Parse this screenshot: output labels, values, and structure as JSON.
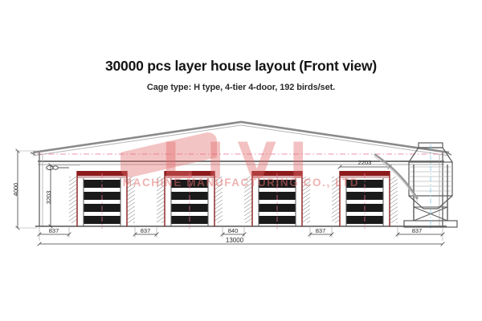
{
  "page": {
    "title": "30000 pcs layer house layout (Front view)",
    "subtitle": "Cage type: H type, 4-tier 4-door, 192 birds/set.",
    "background": "#ffffff"
  },
  "watermark": {
    "logo_text": "LIVI",
    "company_text": "MACHINE MANUFACTURING CO., LTD",
    "color": "#e26c6c"
  },
  "drawing": {
    "type": "technical-elevation",
    "colors": {
      "line": "#4a4a4a",
      "structure": "#6e6e6e",
      "cage_frame": "#8c1c1c",
      "cage_tier": "#1a1a1a",
      "centerline": "#e86ba0",
      "dimension": "#3c3c3c"
    },
    "dimensions": {
      "vertical": [
        {
          "name": "overall-height",
          "value": "4000"
        },
        {
          "name": "clear-height",
          "value": "3203"
        }
      ],
      "horizontal_chain": [
        {
          "name": "aisle-1",
          "value": "837"
        },
        {
          "name": "aisle-2",
          "value": "837"
        },
        {
          "name": "center-aisle",
          "value": "840"
        },
        {
          "name": "aisle-3",
          "value": "837"
        },
        {
          "name": "aisle-4",
          "value": "837"
        }
      ],
      "overall_width": "13000",
      "cage_width": "2203"
    },
    "cage_rows": [
      {
        "name": "cage-row-1",
        "tiers": 4
      },
      {
        "name": "cage-row-2",
        "tiers": 4
      },
      {
        "name": "cage-row-3",
        "tiers": 4
      },
      {
        "name": "cage-row-4",
        "tiers": 4
      }
    ],
    "silo": {
      "name": "feed-silo",
      "legs": 4,
      "has_conveyor": true
    }
  }
}
